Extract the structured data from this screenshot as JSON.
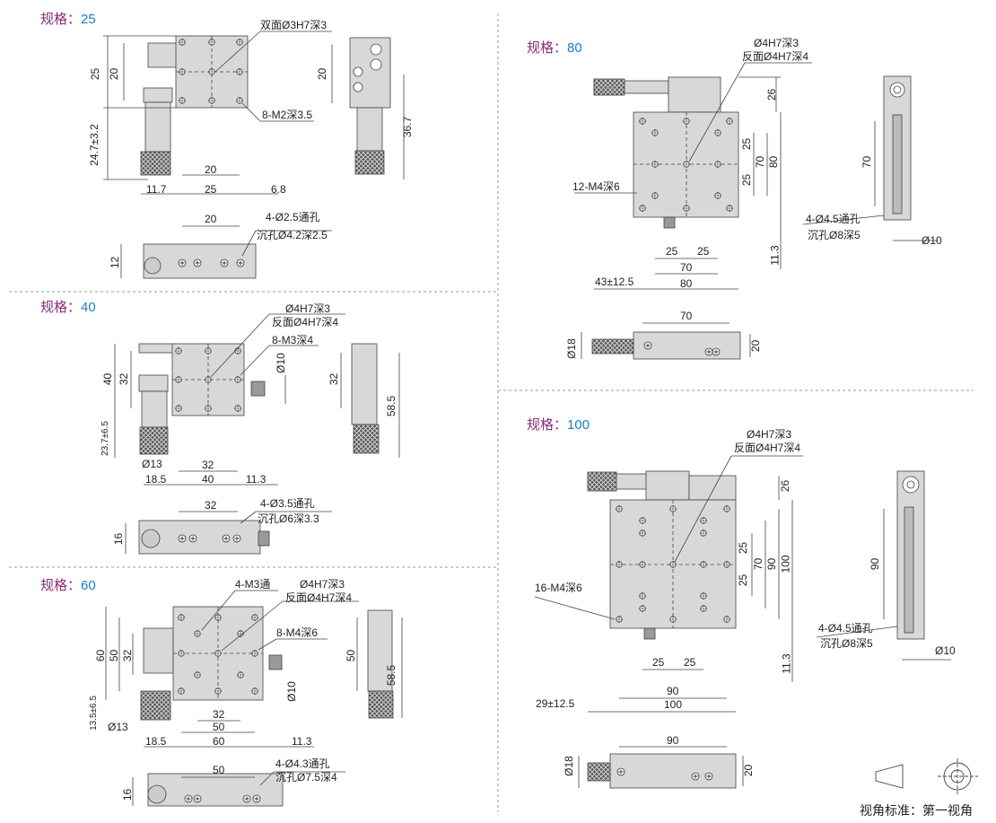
{
  "spec_prefix": "规格：",
  "colors": {
    "prefix": "#8e2a7a",
    "value": "#1b7fc4",
    "plate": "#d8d8d8",
    "line": "#444444"
  },
  "specs": [
    {
      "value": "25",
      "labels": {
        "hole1": "双面Ø3H7深3",
        "tap": "8-M2深3.5",
        "h25": "25",
        "h20": "20",
        "travel": "24.7±3.2",
        "w20": "20",
        "w11_7": "11.7",
        "w25": "25",
        "w6_8": "6.8",
        "side20": "20",
        "side36_7": "36.7",
        "b20": "20",
        "thru": "4-Ø2.5通孔",
        "cbore": "沉孔Ø4.2深2.5",
        "b12": "12"
      }
    },
    {
      "value": "40",
      "labels": {
        "hole1": "Ø4H7深3",
        "hole2": "反面Ø4H7深4",
        "tap": "8-M3深4",
        "h40": "40",
        "h32": "32",
        "d10": "Ø10",
        "travel": "23.7±6.5",
        "d13": "Ø13",
        "w32": "32",
        "w18_5": "18.5",
        "w40": "40",
        "w11_3": "11.3",
        "side32": "32",
        "side58_5": "58.5",
        "b32": "32",
        "thru": "4-Ø3.5通孔",
        "cbore": "沉孔Ø6深3.3",
        "b16": "16"
      }
    },
    {
      "value": "60",
      "labels": {
        "m3": "4-M3通",
        "hole1": "Ø4H7深3",
        "hole2": "反面Ø4H7深4",
        "tap": "8-M4深6",
        "h60": "60",
        "h50": "50",
        "h32": "32",
        "d10": "Ø10",
        "travel": "13.5±6.5",
        "d13": "Ø13",
        "w32": "32",
        "w50": "50",
        "w18_5": "18.5",
        "w60": "60",
        "w11_3": "11.3",
        "side50": "50",
        "side58_5": "58.5",
        "b50": "50",
        "thru": "4-Ø4.3通孔",
        "cbore": "沉孔Ø7.5深4",
        "b16": "16"
      }
    },
    {
      "value": "80",
      "labels": {
        "hole1": "Ø4H7深3",
        "hole2": "反面Ø4H7深4",
        "h26": "26",
        "h25a": "25",
        "h70": "70",
        "h80": "80",
        "h25b": "25",
        "tap": "12-M4深6",
        "h11_3": "11.3",
        "w25a": "25",
        "w25b": "25",
        "w70": "70",
        "travel": "43±12.5",
        "w80": "80",
        "side70": "70",
        "thru": "4-Ø4.5通孔",
        "cbore": "沉孔Ø8深5",
        "d10": "Ø10",
        "b70": "70",
        "d18": "Ø18",
        "b20": "20"
      }
    },
    {
      "value": "100",
      "labels": {
        "hole1": "Ø4H7深3",
        "hole2": "反面Ø4H7深4",
        "h26": "26",
        "h25a": "25",
        "h70": "70",
        "h90": "90",
        "h100": "100",
        "h25b": "25",
        "tap": "16-M4深6",
        "h11_3": "11.3",
        "w25a": "25",
        "w25b": "25",
        "w90": "90",
        "travel": "29±12.5",
        "w100": "100",
        "side90": "90",
        "thru": "4-Ø4.5通孔",
        "cbore": "沉孔Ø8深5",
        "d10": "Ø10",
        "b90": "90",
        "d18": "Ø18",
        "b20": "20"
      }
    }
  ],
  "projection": "视角标准：第一视角"
}
